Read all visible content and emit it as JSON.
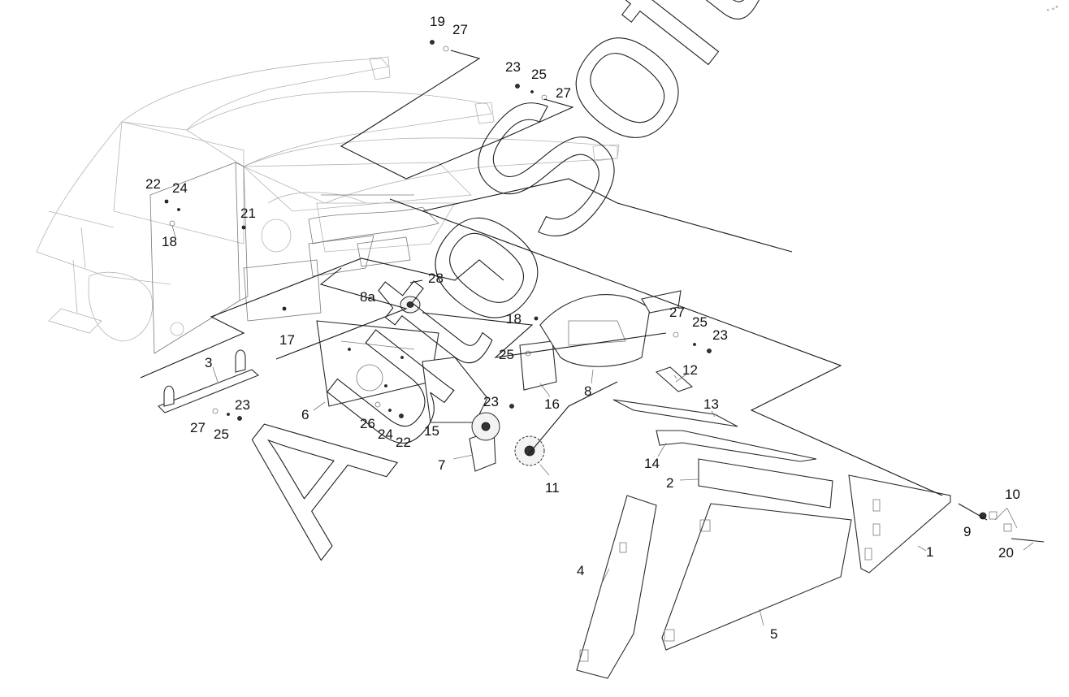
{
  "diagram": {
    "watermark": "AutoSoft",
    "corner_mark": "° ∘∘"
  },
  "labels": {
    "l1": "1",
    "l2": "2",
    "l3": "3",
    "l4": "4",
    "l5": "5",
    "l6": "6",
    "l7": "7",
    "l8": "8",
    "l8a": "8a",
    "l9": "9",
    "l10": "10",
    "l11": "11",
    "l12": "12",
    "l13": "13",
    "l14": "14",
    "l15": "15",
    "l16": "16",
    "l17": "17",
    "l18a": "18",
    "l18b": "18",
    "l19": "19",
    "l20": "20",
    "l21": "21",
    "l22a": "22",
    "l22b": "22",
    "l23a": "23",
    "l23b": "23",
    "l23c": "23",
    "l23d": "23",
    "l24a": "24",
    "l24b": "24",
    "l25a": "25",
    "l25b": "25",
    "l25c": "25",
    "l25d": "25",
    "l26": "26",
    "l27a": "27",
    "l27b": "27",
    "l27c": "27",
    "l27d": "27",
    "l28": "28"
  }
}
